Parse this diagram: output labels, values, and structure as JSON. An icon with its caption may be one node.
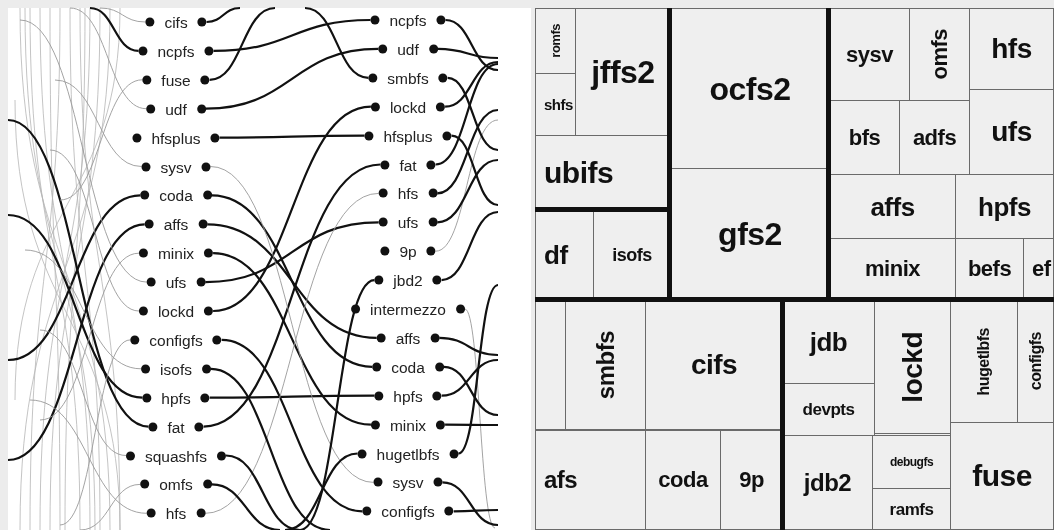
{
  "diagram": {
    "nodes": [
      {
        "text": [
          "cifs"
        ]
      },
      {
        "text": [
          "ncpfs"
        ]
      },
      {
        "text": [
          "fuse"
        ]
      },
      {
        "text": [
          "udf"
        ]
      },
      {
        "text": [
          "hfsplus"
        ]
      },
      {
        "text": [
          "sysv"
        ]
      },
      {
        "text": [
          "coda"
        ]
      },
      {
        "text": [
          "affs"
        ]
      },
      {
        "text": [
          "minix"
        ]
      },
      {
        "text": [
          "ufs"
        ]
      },
      {
        "text": [
          "lockd"
        ]
      },
      {
        "text": [
          "configfs"
        ]
      },
      {
        "text": [
          "isofs"
        ]
      },
      {
        "text": [
          "hpfs"
        ]
      },
      {
        "text": [
          "fat"
        ]
      },
      {
        "text": [
          "squashfs"
        ]
      },
      {
        "text": [
          "omfs"
        ]
      },
      {
        "text": [
          "hfs"
        ]
      },
      {
        "text": [
          "ncpfs"
        ]
      },
      {
        "text": [
          "udf"
        ]
      },
      {
        "text": [
          "smbfs"
        ]
      },
      {
        "text": [
          "lockd"
        ]
      },
      {
        "text": [
          "hfsplus"
        ]
      },
      {
        "text": [
          "fat"
        ]
      },
      {
        "text": [
          "hfs"
        ]
      },
      {
        "text": [
          "ufs"
        ]
      },
      {
        "text": [
          "9p"
        ]
      },
      {
        "text": [
          "jbd2"
        ]
      },
      {
        "text": [
          "intermezzo"
        ]
      },
      {
        "text": [
          "affs"
        ]
      },
      {
        "text": [
          "coda"
        ]
      },
      {
        "text": [
          "hpfs"
        ]
      },
      {
        "text": [
          "minix"
        ]
      },
      {
        "text": [
          "hugetlbfs"
        ]
      },
      {
        "text": [
          "sysv"
        ]
      },
      {
        "text": [
          "configfs"
        ]
      },
      {
        "text": [
          "romfs"
        ]
      },
      {
        "text": [
          "jffs2"
        ]
      },
      {
        "text": [
          "ocfs2"
        ]
      },
      {
        "text": [
          "sysv"
        ]
      },
      {
        "text": [
          "omfs"
        ]
      },
      {
        "text": [
          "hfs"
        ]
      },
      {
        "text": [
          "shfs"
        ]
      },
      {
        "text": [
          "bfs"
        ]
      },
      {
        "text": [
          "adfs"
        ]
      },
      {
        "text": [
          "ufs"
        ]
      },
      {
        "text": [
          "ubifs"
        ]
      },
      {
        "text": [
          "affs"
        ]
      },
      {
        "text": [
          "hpfs"
        ]
      },
      {
        "text": [
          "gfs2"
        ]
      },
      {
        "text": [
          "df"
        ]
      },
      {
        "text": [
          "isofs"
        ]
      },
      {
        "text": [
          "minix"
        ]
      },
      {
        "text": [
          "befs"
        ]
      },
      {
        "text": [
          "ef"
        ]
      },
      {
        "text": [],
        "shape": "box"
      },
      {
        "text": [
          "smbfs"
        ]
      },
      {
        "text": [
          "cifs"
        ]
      },
      {
        "text": [
          "jdb"
        ]
      },
      {
        "text": [
          "lockd"
        ]
      },
      {
        "text": [
          "hugetlbfs"
        ]
      },
      {
        "text": [
          "configfs"
        ]
      },
      {
        "text": [
          "devpts"
        ]
      },
      {
        "text": [
          "afs"
        ]
      },
      {
        "text": [
          "coda"
        ]
      },
      {
        "text": [
          "9p"
        ]
      },
      {
        "text": [
          "jdb2"
        ]
      },
      {
        "text": [
          "debugfs"
        ]
      },
      {
        "text": [
          "ramfs"
        ]
      },
      {
        "text": [
          "fuse"
        ]
      }
    ],
    "edges": [
      {
        "from": 1,
        "to": 18,
        "arrow": "none"
      },
      {
        "from": 3,
        "to": 19,
        "arrow": "none"
      },
      {
        "from": 4,
        "to": 22,
        "arrow": "none"
      },
      {
        "from": 6,
        "to": 30,
        "arrow": "none"
      },
      {
        "from": 7,
        "to": 29,
        "arrow": "none"
      },
      {
        "from": 8,
        "to": 32,
        "arrow": "none"
      },
      {
        "from": 9,
        "to": 25,
        "arrow": "none"
      },
      {
        "from": 10,
        "to": 21,
        "arrow": "none"
      },
      {
        "from": 11,
        "to": 35,
        "arrow": "none"
      },
      {
        "from": 13,
        "to": 31,
        "arrow": "none"
      },
      {
        "from": 14,
        "to": 23,
        "arrow": "none"
      },
      {
        "from": 17,
        "to": 24,
        "arrow": "none",
        "color": "#999999"
      },
      {
        "from": 5,
        "to": 34,
        "arrow": "none",
        "color": "#999999"
      },
      {
        "from": 0,
        "to": null,
        "arrow": "none"
      },
      {
        "from": 2,
        "to": null,
        "arrow": "none"
      },
      {
        "from": null,
        "to": 20,
        "arrow": "none"
      },
      {
        "from": 12,
        "to": null,
        "arrow": "none"
      },
      {
        "from": 15,
        "to": null,
        "arrow": "none"
      },
      {
        "from": 16,
        "to": null,
        "arrow": "none"
      },
      {
        "from": null,
        "to": 27,
        "arrow": "none"
      },
      {
        "from": null,
        "to": 33,
        "arrow": "none"
      },
      {
        "from": 28,
        "to": null,
        "arrow": "none",
        "color": "#999999"
      },
      {
        "from": 26,
        "to": null,
        "arrow": "none",
        "color": "#999999"
      },
      {
        "from": null,
        "to": 1,
        "arrow": "none"
      },
      {
        "from": null,
        "to": 6,
        "arrow": "none"
      },
      {
        "from": null,
        "to": 7,
        "arrow": "none"
      },
      {
        "from": null,
        "to": 13,
        "arrow": "none"
      },
      {
        "from": null,
        "to": 14,
        "arrow": "none"
      },
      {
        "from": null,
        "to": 0,
        "arrow": "none",
        "color": "#999999"
      },
      {
        "from": null,
        "to": 2,
        "arrow": "none",
        "color": "#999999"
      },
      {
        "from": null,
        "to": 3,
        "arrow": "none",
        "color": "#999999"
      },
      {
        "from": null,
        "to": 5,
        "arrow": "none",
        "color": "#999999"
      },
      {
        "from": null,
        "to": 8,
        "arrow": "none",
        "color": "#999999"
      },
      {
        "from": null,
        "to": 9,
        "arrow": "none",
        "color": "#999999"
      },
      {
        "from": null,
        "to": 10,
        "arrow": "none",
        "color": "#999999"
      },
      {
        "from": null,
        "to": 11,
        "arrow": "none",
        "color": "#999999"
      },
      {
        "from": null,
        "to": 12,
        "arrow": "none",
        "color": "#999999"
      },
      {
        "from": null,
        "to": 15,
        "arrow": "none",
        "color": "#999999"
      },
      {
        "from": null,
        "to": 16,
        "arrow": "none",
        "color": "#999999"
      },
      {
        "from": null,
        "to": 17,
        "arrow": "none",
        "color": "#999999"
      },
      {
        "from": 18,
        "to": null,
        "arrow": "none"
      },
      {
        "from": 19,
        "to": null,
        "arrow": "none"
      },
      {
        "from": 20,
        "to": null,
        "arrow": "none"
      },
      {
        "from": 21,
        "to": null,
        "arrow": "none"
      },
      {
        "from": 22,
        "to": null,
        "arrow": "none"
      },
      {
        "from": 23,
        "to": null,
        "arrow": "none"
      },
      {
        "from": 24,
        "to": null,
        "arrow": "none"
      },
      {
        "from": 25,
        "to": null,
        "arrow": "none"
      },
      {
        "from": 27,
        "to": null,
        "arrow": "none"
      },
      {
        "from": 29,
        "to": null,
        "arrow": "none"
      },
      {
        "from": 30,
        "to": null,
        "arrow": "none"
      },
      {
        "from": 31,
        "to": null,
        "arrow": "none"
      },
      {
        "from": 32,
        "to": null,
        "arrow": "none"
      },
      {
        "from": 33,
        "to": null,
        "arrow": "none"
      },
      {
        "from": 34,
        "to": null,
        "arrow": "none"
      },
      {
        "from": 35,
        "to": null,
        "arrow": "none"
      }
    ]
  }
}
